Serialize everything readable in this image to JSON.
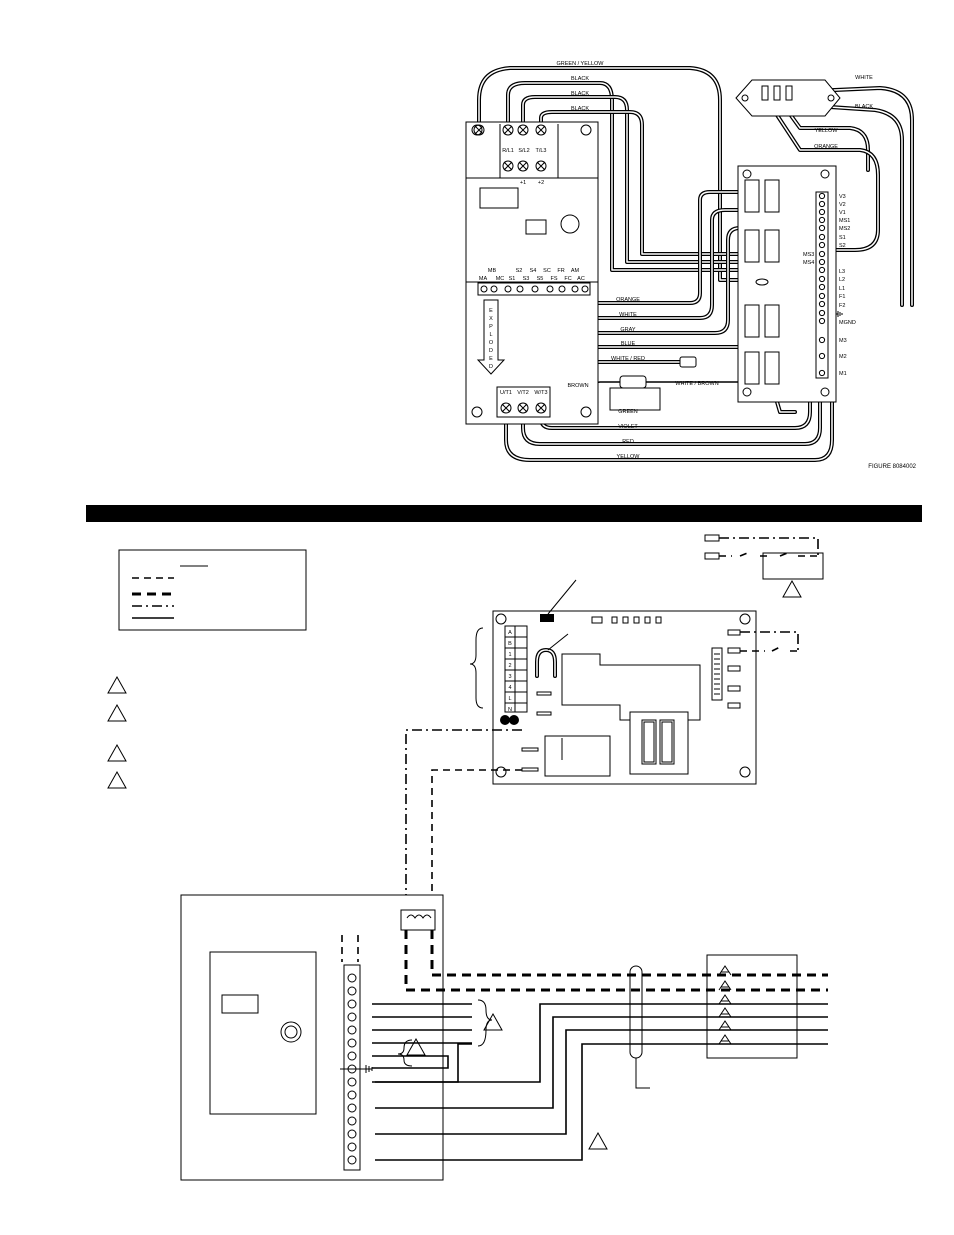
{
  "figure": {
    "label": "FIGURE 8084002"
  },
  "upper_wires": {
    "top": [
      "GREEN / YELLOW",
      "BLACK",
      "BLACK",
      "BLACK"
    ],
    "middle": [
      "ORANGE",
      "WHITE",
      "GRAY",
      "BLUE",
      "WHITE / RED"
    ],
    "bottom": [
      "GREEN",
      "VIOLET",
      "RED",
      "YELLOW"
    ],
    "brown": "BROWN",
    "white_brown": "WHITE / BROWN",
    "plug_right": [
      "WHITE",
      "BLACK",
      "YELLOW",
      "ORANGE"
    ]
  },
  "drive": {
    "power_terminals": [
      "R/L1",
      "S/L2",
      "T/L3"
    ],
    "dc_terminals": [
      "+1",
      "+2"
    ],
    "control_top": [
      "MB",
      "S2",
      "S4",
      "SC",
      "FR",
      "AM"
    ],
    "control_bottom": [
      "MA",
      "MC",
      "S1",
      "S3",
      "S5",
      "FS",
      "FC",
      "AC"
    ],
    "output_terminals": [
      "U/T1",
      "V/T2",
      "W/T3"
    ],
    "exploded_text": "EXPLODED"
  },
  "terminal_strip": {
    "labels_top": [
      "V3",
      "V2",
      "V1",
      "MS1",
      "MS2",
      "S1",
      "S2"
    ],
    "labels_mid": [
      "MS3",
      "MS4",
      "L3",
      "L2",
      "L1",
      "F1",
      "F2",
      "MGND"
    ],
    "labels_bottom": [
      "M3",
      "M2",
      "M1"
    ]
  },
  "control_board": {
    "row_labels": [
      "A",
      "B",
      "1",
      "2",
      "3",
      "4",
      "L",
      "N"
    ]
  },
  "legend": {
    "present": true
  }
}
